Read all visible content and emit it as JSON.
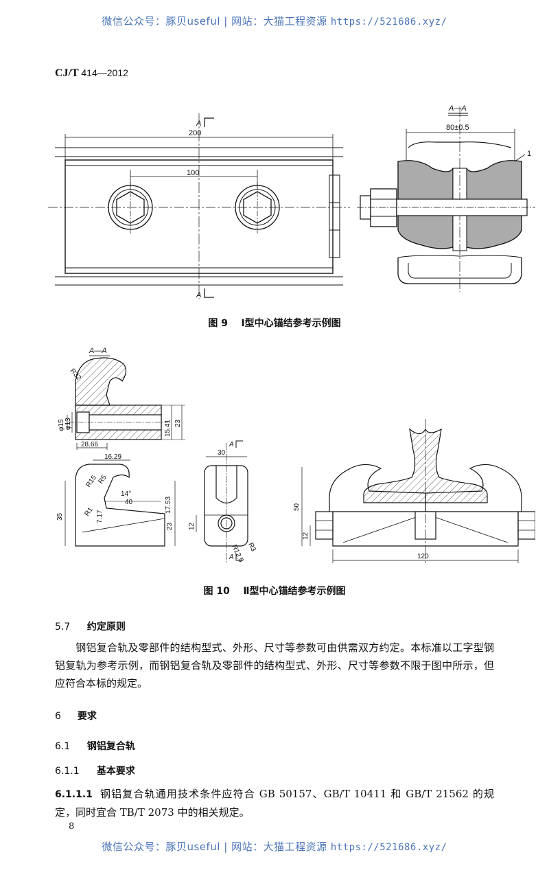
{
  "watermark": {
    "text": "微信公众号：豚贝useful | 网站：大猫工程资源",
    "url": "https://521686.xyz/"
  },
  "header": {
    "standard_code": "CJ/T",
    "standard_number": "414—2012"
  },
  "figure9": {
    "caption_num": "图 9",
    "caption_text": "Ⅰ型中心锚结参考示例图",
    "dims": {
      "length": "200",
      "spacing": "100",
      "width": "80±0.5"
    },
    "section_label": "A",
    "section_view": "A—A",
    "part_number": "1"
  },
  "figure10": {
    "caption_num": "图 10",
    "caption_text": "Ⅱ型中心锚结参考示例图",
    "section_view": "A—A",
    "section_label": "A",
    "dims": {
      "r32": "R32",
      "phi15": "φ15",
      "phi13": "φ13",
      "d2866": "28.66",
      "d1541": "15.41",
      "d23": "23",
      "d1629": "16.29",
      "r15": "R15",
      "r5": "R5",
      "a14": "14°",
      "d40": "40",
      "r1": "R1",
      "d717": "7.17",
      "d1753": "17.53",
      "d35": "35",
      "d23b": "23",
      "d30": "30",
      "d12": "12",
      "r125": "R12.5",
      "r3": "R3",
      "d50": "50",
      "d12b": "12",
      "d120": "120"
    }
  },
  "sections": [
    {
      "num": "5.7",
      "title": "约定原则"
    },
    {
      "num": "6",
      "title": "要求"
    },
    {
      "num": "6.1",
      "title": "钢铝复合轨"
    },
    {
      "num": "6.1.1",
      "title": "基本要求"
    }
  ],
  "para_5_7": "钢铝复合轨及零部件的结构型式、外形、尺寸等参数可由供需双方约定。本标准以工字型钢铝复轨为参考示例，而钢铝复合轨及零部件的结构型式、外形、尺寸等参数不限于图中所示，但应符合本标的规定。",
  "para_6_1_1_1": {
    "num": "6.1.1.1",
    "text": "钢铝复合轨通用技术条件应符合 GB 50157、GB/T 10411 和 GB/T 21562 的规定，同时宜合 TB/T 2073 中的相关规定。"
  },
  "page_number": "8"
}
